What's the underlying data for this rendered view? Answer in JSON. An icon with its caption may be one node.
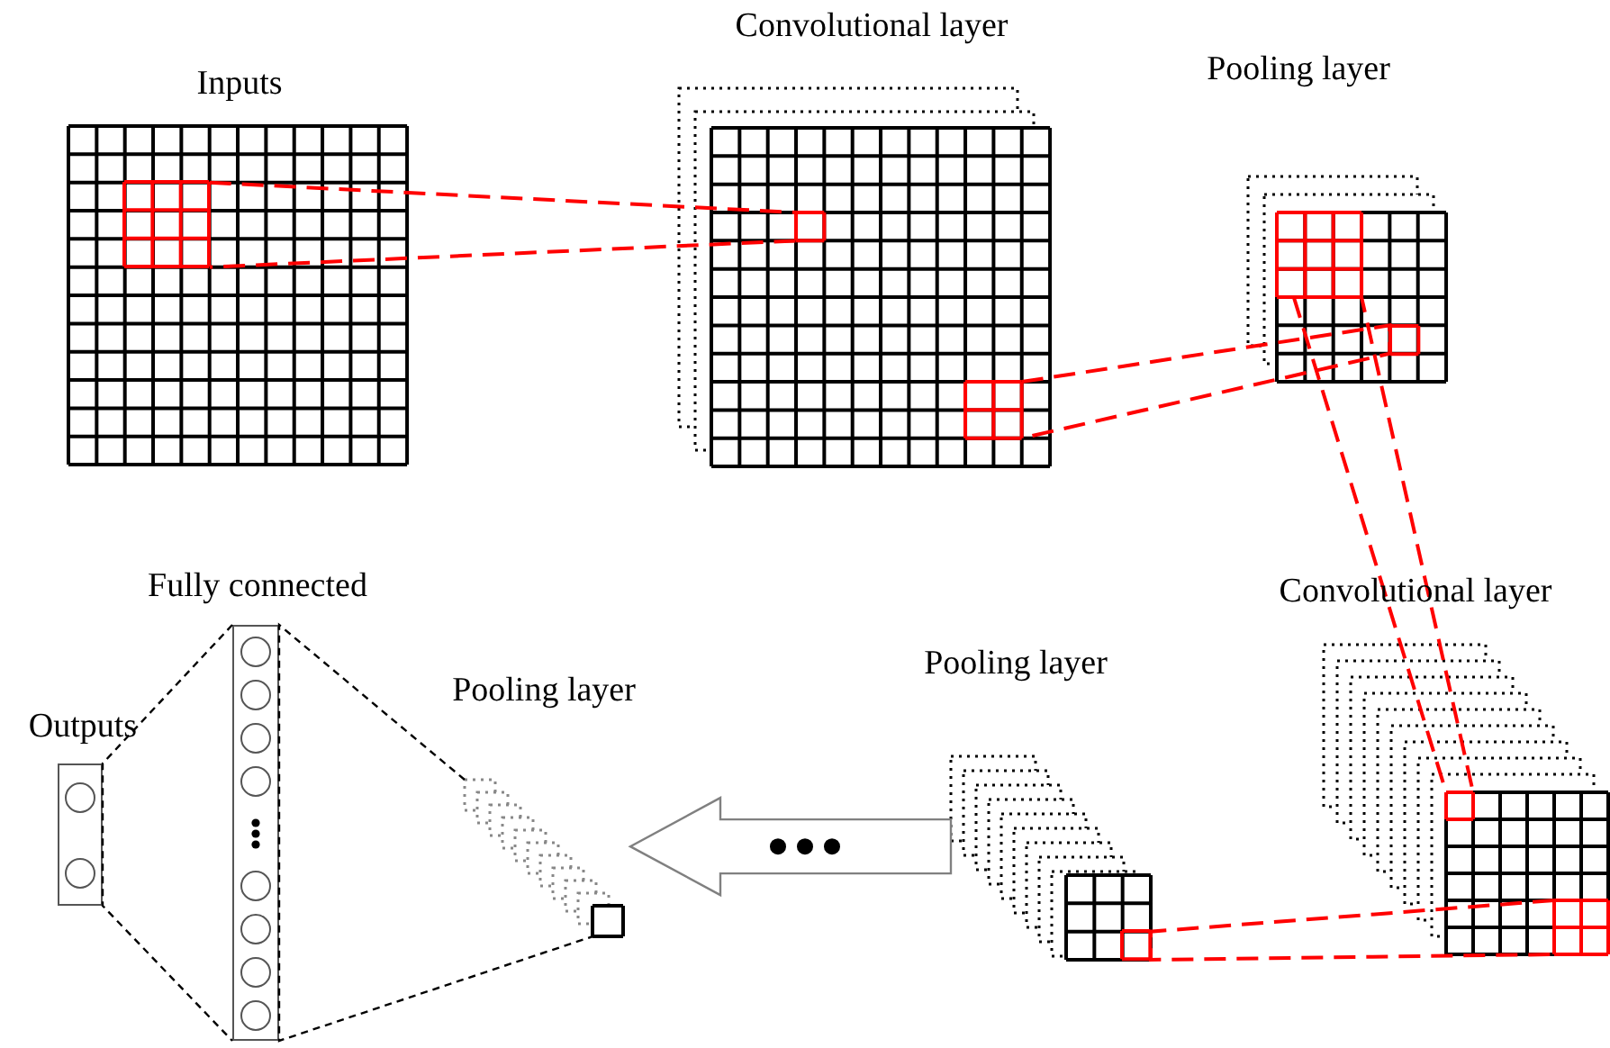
{
  "diagram": {
    "nodes": [
      {
        "text": [
          "Inputs"
        ]
      },
      {
        "text": [],
        "shape": "box",
        "in": 0
      },
      {
        "text": [
          "Convolutional layer"
        ]
      },
      {
        "text": [],
        "shape": "box",
        "in": 2
      },
      {
        "text": [],
        "shape": "box",
        "in": 2
      },
      {
        "text": [
          "Pooling layer"
        ]
      },
      {
        "text": [],
        "shape": "box",
        "in": 5
      },
      {
        "text": [],
        "shape": "box",
        "in": 5
      },
      {
        "text": [
          "Convolutional layer"
        ]
      },
      {
        "text": [],
        "shape": "box",
        "in": 8
      },
      {
        "text": [],
        "shape": "box",
        "in": 8
      },
      {
        "text": [
          "Pooling layer"
        ]
      },
      {
        "text": [],
        "shape": "box",
        "in": 11
      },
      {
        "text": [
          "Pooling layer"
        ]
      },
      {
        "text": [
          "Fully connected"
        ]
      },
      {
        "text": [
          "Outputs"
        ]
      }
    ],
    "edges": [
      {
        "from": 1,
        "to": 3,
        "arrow": "none",
        "style": "dashed"
      },
      {
        "from": 4,
        "to": 6,
        "arrow": "none",
        "style": "dashed"
      },
      {
        "from": 7,
        "to": 9,
        "arrow": "none",
        "style": "dashed"
      },
      {
        "from": 10,
        "to": 12,
        "arrow": "none",
        "style": "dashed"
      },
      {
        "from": 11,
        "to": 13,
        "arrow": "to",
        "style": "thick",
        "color": "#808080"
      },
      {
        "from": 13,
        "to": 14,
        "arrow": "none",
        "style": "dashed",
        "color": "#000000"
      },
      {
        "from": 14,
        "to": 15,
        "arrow": "none",
        "style": "dashed",
        "color": "#000000"
      }
    ]
  }
}
